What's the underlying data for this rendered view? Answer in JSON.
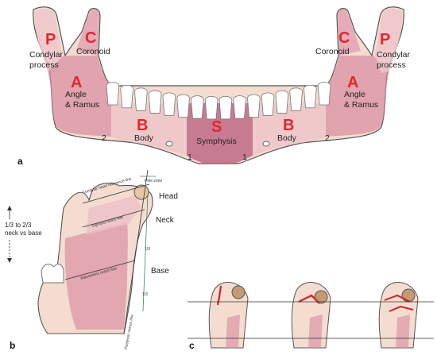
{
  "panel_a": {
    "panel_label": "a",
    "left": {
      "region_p": "P",
      "condylar": [
        "Condylar",
        "process"
      ],
      "region_c": "C",
      "coronoid": "Coronoid",
      "region_a": "A",
      "angle_ramus": [
        "Angle",
        "& Ramus"
      ],
      "region_b": "B",
      "body": "Body",
      "num2": "2",
      "num1": "1"
    },
    "right": {
      "region_p": "P",
      "condylar": [
        "Condylar",
        "process"
      ],
      "region_c": "C",
      "coronoid": "Coronoid",
      "region_a": "A",
      "angle_ramus": [
        "Angle",
        "& Ramus"
      ],
      "region_b": "B",
      "body": "Body",
      "num2": "2",
      "num1": "1"
    },
    "region_s": "S",
    "symphysis": "Symphysis"
  },
  "panel_b": {
    "panel_label": "b",
    "head": "Head",
    "neck": "Neck",
    "base": "Base",
    "ratio": [
      "1/3 to 2/3",
      "neck vs base"
    ],
    "pole_zone": "Pole zone",
    "condylar_head_reference_line": "Condylar head reference line",
    "sigmoid_notch_line": "Sigmoid notch line",
    "masseteric_notch_line": "Masseteric notch line",
    "posterior_ramus_line": "Posterior ramus line",
    "one_third_top": "1/3",
    "one_third_bottom": "1/3"
  },
  "panel_c": {
    "panel_label": "c"
  },
  "colors": {
    "bone": "#f4ddd0",
    "bone_outline": "#555555",
    "region_pink": "#d98aa0",
    "region_dark": "#b85a7c",
    "label_red": "#e3262b",
    "fracture_red": "#d0202a",
    "guide_green": "#3a8a5a"
  }
}
